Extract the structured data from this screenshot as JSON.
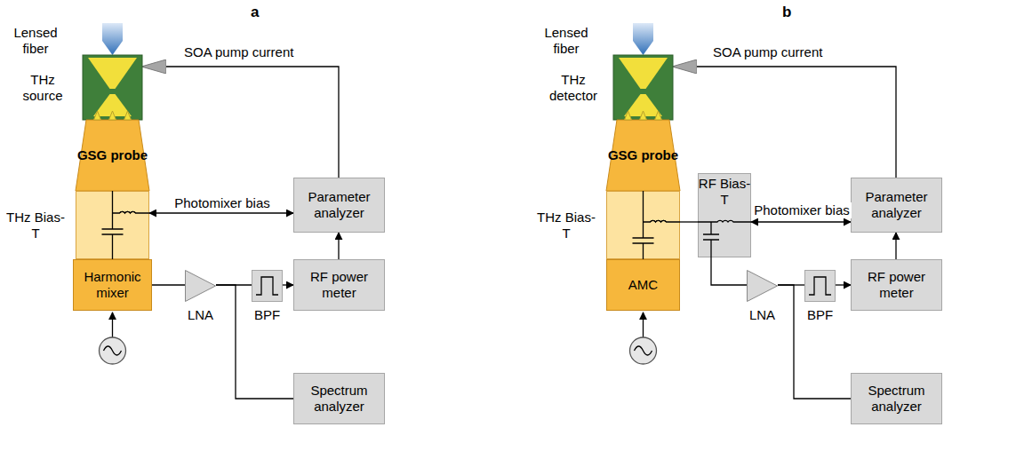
{
  "diagram": {
    "nodes": [
      {
        "text": [
          "THz source"
        ]
      },
      {
        "text": [
          "GSG probe"
        ]
      },
      {
        "text": [
          "THz Bias-T"
        ]
      },
      {
        "text": [
          "Harmonic mixer"
        ]
      },
      {
        "text": [
          "LNA"
        ]
      },
      {
        "text": [
          "BPF"
        ]
      },
      {
        "text": [
          "Parameter analyzer"
        ]
      },
      {
        "text": [
          "RF power meter"
        ]
      },
      {
        "text": [
          "Spectrum analyzer"
        ]
      },
      {
        "text": [
          "THz detector"
        ]
      },
      {
        "text": [
          "GSG probe"
        ]
      },
      {
        "text": [
          "THz Bias-T"
        ]
      },
      {
        "text": [
          "RF Bias-T"
        ]
      },
      {
        "text": [
          "AMC"
        ]
      },
      {
        "text": [
          "LNA"
        ]
      },
      {
        "text": [
          "BPF"
        ]
      },
      {
        "text": [
          "Parameter analyzer"
        ]
      },
      {
        "text": [
          "RF power meter"
        ]
      },
      {
        "text": [
          "Spectrum analyzer"
        ]
      }
    ],
    "edges": [
      {
        "from": 6,
        "to": 0,
        "arrow": "to",
        "label": "SOA pump current"
      },
      {
        "from": 2,
        "to": 6,
        "arrow": "both",
        "label": "Photomixer bias"
      },
      {
        "from": 3,
        "to": 4,
        "arrow": "none"
      },
      {
        "from": 4,
        "to": 5,
        "arrow": "none"
      },
      {
        "from": 4,
        "to": 8,
        "arrow": "none"
      },
      {
        "from": 5,
        "to": 7,
        "arrow": "to"
      },
      {
        "from": 7,
        "to": 6,
        "arrow": "to"
      },
      {
        "from": 16,
        "to": 9,
        "arrow": "to",
        "label": "SOA pump current"
      },
      {
        "from": 11,
        "to": 12,
        "arrow": "none"
      },
      {
        "from": 12,
        "to": 16,
        "arrow": "both",
        "label": "Photomixer bias"
      },
      {
        "from": 12,
        "to": 14,
        "arrow": "none"
      },
      {
        "from": 14,
        "to": 15,
        "arrow": "none"
      },
      {
        "from": 14,
        "to": 18,
        "arrow": "none"
      },
      {
        "from": 15,
        "to": 17,
        "arrow": "to"
      },
      {
        "from": 17,
        "to": 16,
        "arrow": "to"
      }
    ],
    "labels": [
      "a",
      "b",
      "Lensed fiber",
      "Lensed fiber"
    ]
  }
}
